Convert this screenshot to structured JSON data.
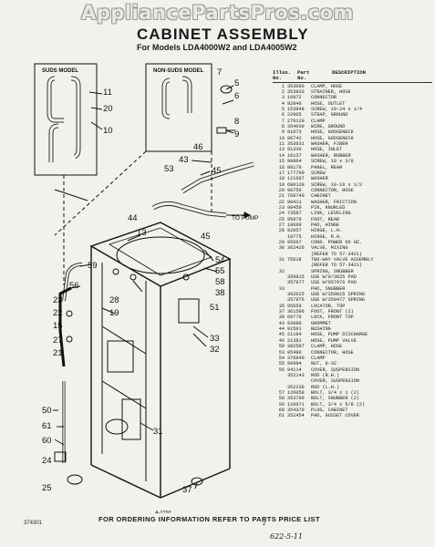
{
  "watermark": "AppliancePartsPros.com",
  "title": "CABINET ASSEMBLY",
  "subtitle": "For Models LDA4000W2 and LDA4005W2",
  "diagram": {
    "suds_label": "SUDS MODEL",
    "nonsuds_label": "NON-SUDS MODEL",
    "to_pump": "TO PUMP",
    "figure_id": "A-2792",
    "callouts": [
      "11",
      "20",
      "10",
      "7",
      "5",
      "6",
      "8",
      "9",
      "46",
      "43",
      "45",
      "53",
      "44",
      "13",
      "45",
      "54",
      "55",
      "58",
      "38",
      "51",
      "59",
      "56",
      "28",
      "19",
      "23",
      "22",
      "15",
      "27",
      "21",
      "33",
      "32",
      "31",
      "50",
      "61",
      "60",
      "24",
      "25",
      "37"
    ]
  },
  "parts_header": {
    "ref": "Illus. No.",
    "part": "Part No.",
    "desc": "DESCRIPTION"
  },
  "parts": [
    {
      "no": "1",
      "part": "353096",
      "desc": "CLAMP, HOSE"
    },
    {
      "no": "2",
      "part": "353833",
      "desc": "STRAINER, HOSE"
    },
    {
      "no": "3",
      "part": "16872",
      "desc": "CONNECTOR"
    },
    {
      "no": "4",
      "part": "92946",
      "desc": "HOSE, OUTLET"
    },
    {
      "no": "5",
      "part": "153948",
      "desc": "SCREW, 10-24 x 1/4"
    },
    {
      "no": "6",
      "part": "22965",
      "desc": "STRAP, GROUND"
    },
    {
      "no": "7",
      "part": "276129",
      "desc": "CLAMP"
    },
    {
      "no": "8",
      "part": "354039",
      "desc": "WIRE, GROUND"
    },
    {
      "no": "9",
      "part": "91073",
      "desc": "HOSE, GOOSENECK"
    },
    {
      "no": "10",
      "part": "96742",
      "desc": "HOSE, GOOSENECK"
    },
    {
      "no": "11",
      "part": "353631",
      "desc": "WASHER, FIBER"
    },
    {
      "no": "13",
      "part": "91339",
      "desc": "HOSE, INLET"
    },
    {
      "no": "14",
      "part": "16137",
      "desc": "WASHER, RUBBER"
    },
    {
      "no": "15",
      "part": "90864",
      "desc": "SCREW, 10 x 3/8"
    },
    {
      "no": "16",
      "part": "88179",
      "desc": "PANEL, REAR"
    },
    {
      "no": "17",
      "part": "177709",
      "desc": "SCREW"
    },
    {
      "no": "18",
      "part": "121687",
      "desc": "WASHER"
    },
    {
      "no": "19",
      "part": "680128",
      "desc": "SCREW, 10-16 x 1/2"
    },
    {
      "no": "20",
      "part": "96756",
      "desc": "CONNECTOR, HOSE"
    },
    {
      "no": "21",
      "part": "768740",
      "desc": "CABINET"
    },
    {
      "no": "22",
      "part": "98411",
      "desc": "WASHER, FRICTION"
    },
    {
      "no": "23",
      "part": "98459",
      "desc": "PIN, KNURLED"
    },
    {
      "no": "24",
      "part": "73587",
      "desc": "LINK, LEVELING"
    },
    {
      "no": "25",
      "part": "95979",
      "desc": "FOOT, REAR"
    },
    {
      "no": "27",
      "part": "18689",
      "desc": "PAD, HINGE"
    },
    {
      "no": "28",
      "part": "92057",
      "desc": "HINGE, L.H."
    },
    {
      "no": "",
      "part": "18775",
      "desc": "HINGE, R.H."
    },
    {
      "no": "29",
      "part": "95667",
      "desc": "COND. POWER 60 HZ."
    },
    {
      "no": "30",
      "part": "362426",
      "desc": "VALVE, MIXING"
    },
    {
      "no": "",
      "part": "",
      "desc": "(REFER TO 57-3421)"
    },
    {
      "no": "31",
      "part": "75618",
      "desc": "TWO-WAY VALVE ASSEMBLY"
    },
    {
      "no": "",
      "part": "",
      "desc": "(REFER TO 57-3421)"
    },
    {
      "no": "32",
      "part": "",
      "desc": "SPRING, SNUBBER"
    },
    {
      "no": "",
      "part": "359815",
      "desc": "USE W/0/3625 PAD"
    },
    {
      "no": "",
      "part": "357977",
      "desc": "USE W/057976 PAD"
    },
    {
      "no": "33",
      "part": "",
      "desc": "PAD, SNUBBER"
    },
    {
      "no": "",
      "part": "362625",
      "desc": "USE W/359815 SPRING"
    },
    {
      "no": "",
      "part": "357976",
      "desc": "USE W/359477 SPRING"
    },
    {
      "no": "35",
      "part": "95659",
      "desc": "LOCATOR, TOP"
    },
    {
      "no": "37",
      "part": "361596",
      "desc": "FOOT, FRONT (2)"
    },
    {
      "no": "38",
      "part": "69776",
      "desc": "LOCK, FRONT TOP"
    },
    {
      "no": "43",
      "part": "93086",
      "desc": "GROMMET"
    },
    {
      "no": "44",
      "part": "91591",
      "desc": "BUSHING"
    },
    {
      "no": "45",
      "part": "21184",
      "desc": "HOSE, PUMP DISCHARGE"
    },
    {
      "no": "46",
      "part": "21381",
      "desc": "HOSE, PUMP VALVE"
    },
    {
      "no": "50",
      "part": "382597",
      "desc": "CLAMP, HOSE"
    },
    {
      "no": "53",
      "part": "95480",
      "desc": "CONNECTOR, HOSE"
    },
    {
      "no": "54",
      "part": "376840",
      "desc": "CLAMP"
    },
    {
      "no": "55",
      "part": "90984",
      "desc": "NUT, 8-32"
    },
    {
      "no": "56",
      "part": "94114",
      "desc": "COVER, SUSPENSION"
    },
    {
      "no": "",
      "part": "352143",
      "desc": "ROD (R.H.)"
    },
    {
      "no": "",
      "part": "",
      "desc": "COVER, SUSPENSION"
    },
    {
      "no": "",
      "part": "352230",
      "desc": "ROD (L.H.)"
    },
    {
      "no": "57",
      "part": "126058",
      "desc": "BOLT, 3/4 x 1 (2)"
    },
    {
      "no": "58",
      "part": "353700",
      "desc": "BOLT, SNUBBER (2)"
    },
    {
      "no": "59",
      "part": "126071",
      "desc": "BOLT, 3/4 x 5/8 (2)"
    },
    {
      "no": "60",
      "part": "354379",
      "desc": "PLUG, CABINET"
    },
    {
      "no": "61",
      "part": "352454",
      "desc": "PAD, GUSSET COVER"
    }
  ],
  "footer": "FOR ORDERING INFORMATION REFER TO PARTS PRICE LIST",
  "doc_code": "374301",
  "page_no": "2",
  "handwriting": "622-5-11"
}
